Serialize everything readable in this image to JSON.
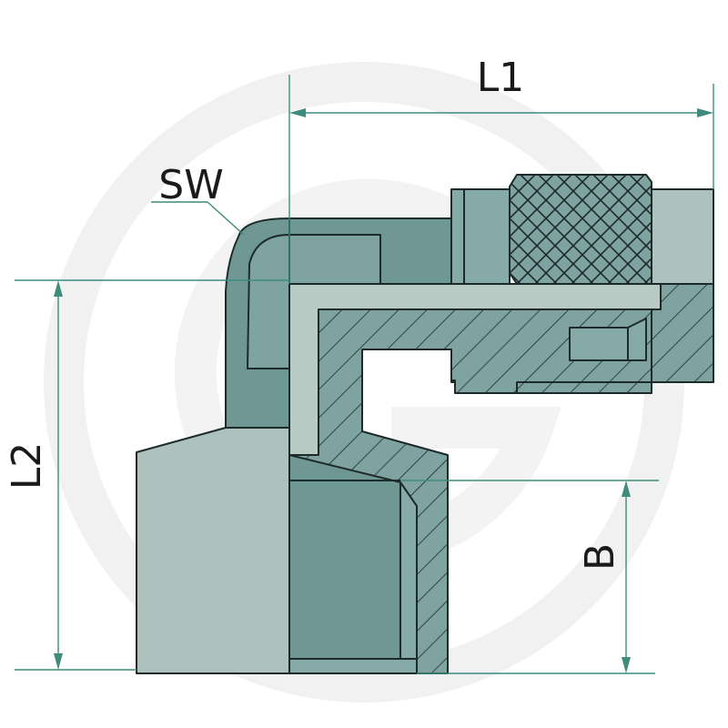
{
  "labels": {
    "l1": "L1",
    "l2": "L2",
    "sw": "SW",
    "b": "B"
  },
  "colors": {
    "body_dark": "#6f9895",
    "body_mid": "#86aaa7",
    "body_light": "#aec2bd",
    "bore": "#b9c9c3",
    "dimension": "#3f8c7c",
    "outline": "#1c2b2a",
    "watermark": "#f1f1f1"
  }
}
